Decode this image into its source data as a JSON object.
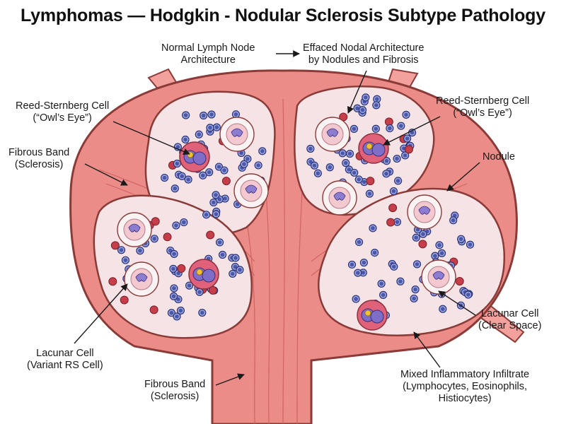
{
  "title": "Lymphomas — Hodgkin - Nodular Sclerosis Subtype Pathology",
  "colors": {
    "capsule": "#ec8c88",
    "capsule_edge": "#8a3b38",
    "band_fill": "#f2a19c",
    "nodule_fill": "#f6e3e6",
    "lymphocyte": "#4a56a8",
    "lymphocyte_light": "#9aa4de",
    "rs_cell_fill": "#e0627a",
    "lacunar_fill": "#f3c8cf",
    "eosinophil": "#c63e4a",
    "nucleolus": "#f2c232"
  },
  "labels": {
    "normal_architecture": [
      "Normal Lymph Node",
      "Architecture"
    ],
    "effaced_architecture": [
      "Effaced Nodal Architecture",
      "by Nodules and Fibrosis"
    ],
    "rs_cell_left": [
      "Reed-Sternberg Cell",
      "(“Owl’s Eye”)"
    ],
    "rs_cell_right": [
      "Reed-Sternberg Cell",
      "(“Owl’s Eye”)"
    ],
    "fibrous_band_upper": [
      "Fibrous Band",
      "(Sclerosis)"
    ],
    "fibrous_band_lower": [
      "Fibrous Band",
      "(Sclerosis)"
    ],
    "nodule": [
      "Nodule"
    ],
    "lacunar_cell_left": [
      "Lacunar Cell",
      "(Variant RS Cell)"
    ],
    "lacunar_cell_right": [
      "Lacunar Cell",
      "(Clear Space)"
    ],
    "mixed_infiltrate": [
      "Mixed Inflammatory Infiltrate",
      "(Lymphocytes, Eosinophils,",
      "Histiocytes)"
    ]
  }
}
